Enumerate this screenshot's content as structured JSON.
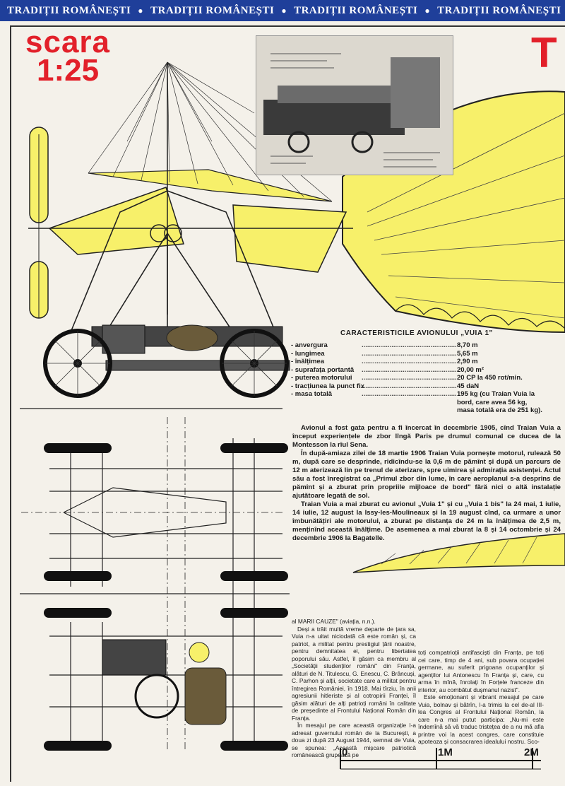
{
  "banner": {
    "items": [
      "TRADIȚII ROMÂNEȘTI",
      "TRADIȚII ROMÂNEȘTI",
      "TRADIȚII ROMÂNEȘTI",
      "TRADIȚII ROMÂNEȘTI"
    ]
  },
  "scale": {
    "line1": "scara",
    "line2": "1:25"
  },
  "corner_letter": "T",
  "specs": {
    "title": "CARACTERISTICILE AVIONULUI „VUIA 1\"",
    "rows": [
      {
        "label": "- anvergura",
        "value": "8,70 m"
      },
      {
        "label": "- lungimea",
        "value": "5,65 m"
      },
      {
        "label": "- înălțimea",
        "value": "2,90 m"
      },
      {
        "label": "- suprafața portantă",
        "value": "20,00 m²"
      },
      {
        "label": "- puterea motorului",
        "value": "20 CP la 450 rot/min."
      },
      {
        "label": "- tracțiunea la punct fix",
        "value": "45 daN"
      },
      {
        "label": "- masa totală",
        "value": "195 kg (cu Traian Vuia la bord, care avea 56 kg, masa totală era de 251 kg)."
      }
    ]
  },
  "article": {
    "p1": "Avionul a fost gata pentru a fi încercat în decembrie 1905, cînd Traian Vuia a început experiențele de zbor lîngă Paris pe drumul comunal ce ducea de la Montesson la rîul Sena.",
    "p2": "În după-amiaza zilei de 18 martie 1906 Traian Vuia pornește motorul, rulează 50 m, după care se desprinde, ridicîndu-se la 0,6 m de pămînt și după un parcurs de 12 m aterizează lin pe trenul de aterizare, spre uimirea și admirația asistenței. Actul său a fost înregistrat ca „Primul zbor din lume, în care aeroplanul s-a desprins de pămînt și a zburat prin propriile mijloace de bord\" fără nici o altă instalație ajutătoare legată de sol.",
    "p3": "Traian Vuia a mai zburat cu avionul „Vuia 1\" și cu „Vuia 1 bis\" la 24 mai, 1 iulie, 14 iulie, 12 august la Issy-les-Moulineaux și la 19 august cînd, ca urmare a unor îmbunătățiri ale motorului, a zburat pe distanța de 24 m la înălțimea de 2,5 m, menținînd această înălțime. De asemenea a mai zburat la 8 și 14 octombrie și 24 decembrie 1906 la Bagatelle."
  },
  "lower_left": {
    "p1": "al MARII CAUZE\" (aviația, n.n.).",
    "p2": "Deși a trăit multă vreme departe de țara sa, Vuia n-a uitat niciodată că este român și, ca patriot, a militat pentru prestigiul țării noastre, pentru demnitatea ei, pentru libertatea poporului său. Astfel, îl găsim ca membru al „Societății studenților români\" din Franța, alături de N. Titulescu, G. Enescu, C. Brâncuși, C. Parhon și alții, societate care a militat pentru întregirea României, în 1918. Mai tîrziu, în anii agresiunii hitleriste și al cotropirii Franței, îl găsim alături de alți patrioți români în calitate de președinte al Frontului Național Român din Franța.",
    "p3": "În mesajul pe care această organizație l-a adresat guvernului român de la București, a doua zi după 23 August 1944, semnat de Vuia, se spunea: „Această mișcare patriotică românească grupează pe"
  },
  "lower_right": {
    "p1": "toți compatrioții antifasciști din Franța, pe toți cei care, timp de 4 ani, sub povara ocupației germane, au suferit prigoana ocupanților și agenților lui Antonescu în Franța și, care, cu arma în mînă, înrolați în Forțele franceze din interior, au combătut dușmanul nazist\".",
    "p2": "Este emoționant și vibrant mesajul pe care Vuia, bolnav și bătrîn, l-a trimis la cel de-al III-lea Congres al Frontului Național Român, la care n-a mai putut participa: „Nu-mi este îndemînă să vă traduc tristețea de a nu mă afla printre voi la acest congres, care constituie apoteoza și consacrarea idealului nostru. Sco-"
  },
  "ruler": {
    "zero": "0",
    "one": "1M",
    "two": "2M"
  },
  "colors": {
    "banner": "#1f3f9a",
    "accent_red": "#e2202a",
    "wing_yellow": "#f7f06a"
  }
}
